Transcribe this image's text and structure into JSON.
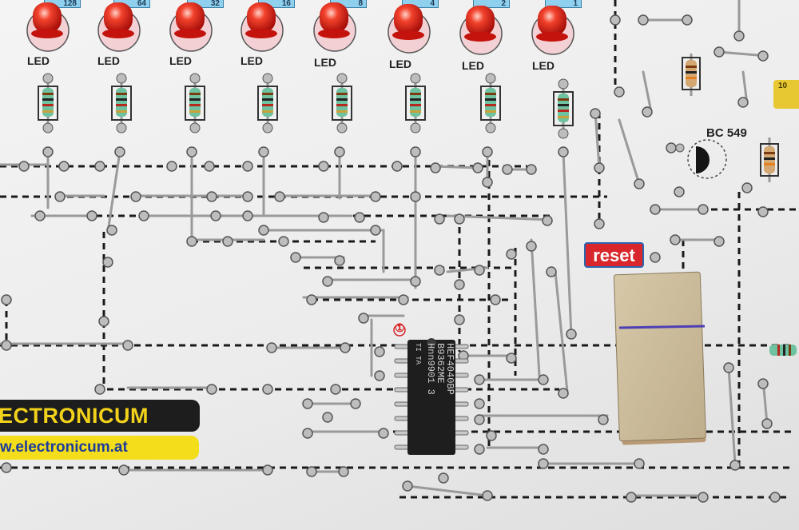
{
  "leds": {
    "label": "LED",
    "count": 8,
    "bit_tags": [
      "128",
      "64",
      "32",
      "16",
      "8",
      "4",
      "2",
      "1"
    ]
  },
  "reset_button": {
    "label": "reset"
  },
  "transistor": {
    "label": "BC 549"
  },
  "capacitor": {
    "label": "10"
  },
  "ic": {
    "pin1_marker": "①",
    "line1": "HEF4040BP",
    "line2": "B9362ME",
    "line3": "Hnn9901 3",
    "line4": "TI TA"
  },
  "branding": {
    "name": "ECTRONICUM",
    "url": "w.electronicum.at"
  },
  "colors": {
    "board": "#f0f0f0",
    "led_red": "#e8201a",
    "resistor_body": "#6fc2a0",
    "wire": "#9a9a9a",
    "brand_yellow": "#f2d21a",
    "reset_red": "#d8262c",
    "tag_blue": "#8fd0ef"
  }
}
